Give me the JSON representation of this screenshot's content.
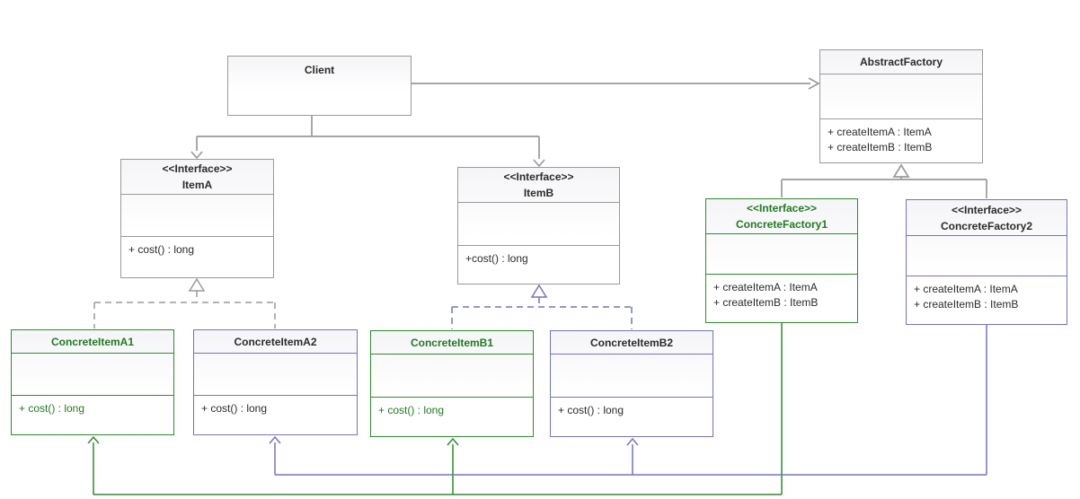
{
  "diagram": {
    "kind": "uml-class-diagram",
    "pattern": "Abstract Factory",
    "stereotype_interface": "<<Interface>>"
  },
  "colors": {
    "neutral_stroke": "#9a9a9a",
    "green_accent": "#2d8c2d",
    "green_text": "#1e7b1e",
    "purple_accent": "#7473c0",
    "text": "#2b2b2b",
    "background": "#ffffff"
  },
  "classes": {
    "client": {
      "title": "Client"
    },
    "abstract_factory": {
      "title": "AbstractFactory",
      "methods": [
        "+ createItemA : ItemA",
        "+ createItemB : ItemB"
      ]
    },
    "item_a": {
      "stereotype": "<<Interface>>",
      "title": "ItemA",
      "methods": [
        "+ cost() : long"
      ]
    },
    "item_b": {
      "stereotype": "<<Interface>>",
      "title": "ItemB",
      "methods": [
        "+cost() : long"
      ]
    },
    "concrete_factory1": {
      "stereotype": "<<Interface>>",
      "title": "ConcreteFactory1",
      "methods": [
        "+ createItemA : ItemA",
        "+ createItemB : ItemB"
      ]
    },
    "concrete_factory2": {
      "stereotype": "<<Interface>>",
      "title": "ConcreteFactory2",
      "methods": [
        "+ createItemA : ItemA",
        "+ createItemB : ItemB"
      ]
    },
    "concrete_item_a1": {
      "title": "ConcreteItemA1",
      "methods": [
        "+ cost() : long"
      ]
    },
    "concrete_item_a2": {
      "title": "ConcreteItemA2",
      "methods": [
        "+ cost() : long"
      ]
    },
    "concrete_item_b1": {
      "title": "ConcreteItemB1",
      "methods": [
        "+ cost() : long"
      ]
    },
    "concrete_item_b2": {
      "title": "ConcreteItemB2",
      "methods": [
        "+ cost() : long"
      ]
    }
  },
  "relationships": [
    {
      "from": "Client",
      "to": "AbstractFactory",
      "type": "association-arrow",
      "style": "solid-gray"
    },
    {
      "from": "Client",
      "to": "ItemA",
      "type": "association-arrow",
      "style": "solid-gray"
    },
    {
      "from": "Client",
      "to": "ItemB",
      "type": "association-arrow",
      "style": "solid-gray"
    },
    {
      "from": "ConcreteFactory1",
      "to": "AbstractFactory",
      "type": "generalization",
      "style": "solid-gray-hollow-triangle"
    },
    {
      "from": "ConcreteFactory2",
      "to": "AbstractFactory",
      "type": "generalization",
      "style": "solid-gray-hollow-triangle"
    },
    {
      "from": "ConcreteItemA1",
      "to": "ItemA",
      "type": "realization",
      "style": "dashed-gray-hollow-triangle"
    },
    {
      "from": "ConcreteItemA2",
      "to": "ItemA",
      "type": "realization",
      "style": "dashed-gray-hollow-triangle"
    },
    {
      "from": "ConcreteItemB1",
      "to": "ItemB",
      "type": "realization",
      "style": "dashed-purple-hollow-triangle"
    },
    {
      "from": "ConcreteItemB2",
      "to": "ItemB",
      "type": "realization",
      "style": "dashed-purple-hollow-triangle"
    },
    {
      "from": "ConcreteFactory1",
      "to": "ConcreteItemA1",
      "type": "dependency-arrow",
      "style": "solid-green"
    },
    {
      "from": "ConcreteFactory1",
      "to": "ConcreteItemB1",
      "type": "dependency-arrow",
      "style": "solid-green"
    },
    {
      "from": "ConcreteFactory2",
      "to": "ConcreteItemA2",
      "type": "dependency-arrow",
      "style": "solid-purple"
    },
    {
      "from": "ConcreteFactory2",
      "to": "ConcreteItemB2",
      "type": "dependency-arrow",
      "style": "solid-purple"
    }
  ]
}
